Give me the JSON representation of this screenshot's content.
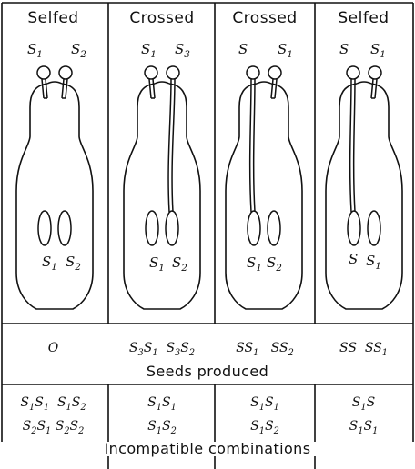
{
  "columns": [
    {
      "heading": "Selfed",
      "pollen_alleles": [
        "S1",
        "S2"
      ],
      "style_alleles": [
        "S1",
        "S2"
      ],
      "tubes_reach_ovary": [
        false,
        false
      ],
      "seeds": "O",
      "incompatible": [
        "S1S1  S1S2",
        "S2S1 S2S2"
      ]
    },
    {
      "heading": "Crossed",
      "pollen_alleles": [
        "S1",
        "S3"
      ],
      "style_alleles": [
        "S1",
        "S2"
      ],
      "tubes_reach_ovary": [
        false,
        true
      ],
      "seeds": "S3S1  S3S2",
      "incompatible": [
        "S1S1",
        "S1S2"
      ]
    },
    {
      "heading": "Crossed",
      "pollen_alleles": [
        "S",
        "S1"
      ],
      "style_alleles": [
        "S1",
        "S2"
      ],
      "tubes_reach_ovary": [
        true,
        false
      ],
      "seeds": "SS1   SS2",
      "incompatible": [
        "S1S1",
        "S1S2"
      ]
    },
    {
      "heading": "Selfed",
      "pollen_alleles": [
        "S",
        "S1"
      ],
      "style_alleles": [
        "S",
        "S1"
      ],
      "tubes_reach_ovary": [
        true,
        false
      ],
      "seeds": "SS  SS1",
      "incompatible": [
        "S1S",
        "S1S1"
      ]
    }
  ],
  "captions": {
    "seeds": "Seeds produced",
    "incompatible": "Incompatible combinations"
  }
}
